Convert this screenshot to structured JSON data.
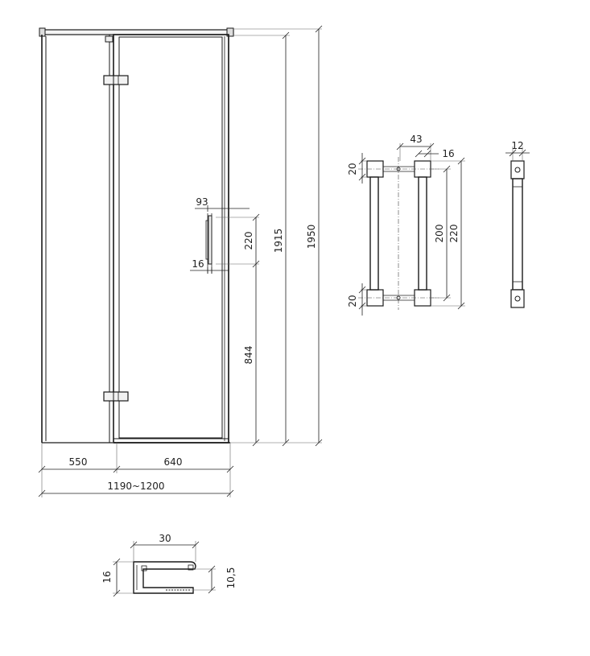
{
  "door": {
    "width_left_panel": "550",
    "width_door": "640",
    "width_total": "1190~1200",
    "height_total": "1950",
    "height_glass": "1915",
    "handle_from_floor": "844",
    "handle_height": "220",
    "handle_offset": "93",
    "handle_depth": "16"
  },
  "handle_detail": {
    "width": "43",
    "bar": "16",
    "top_block": "20",
    "bottom_block": "20",
    "inner": "200",
    "outer": "220"
  },
  "handle_side": {
    "thickness": "12"
  },
  "profile": {
    "width": "30",
    "height": "16",
    "inner_height": "10,5"
  }
}
